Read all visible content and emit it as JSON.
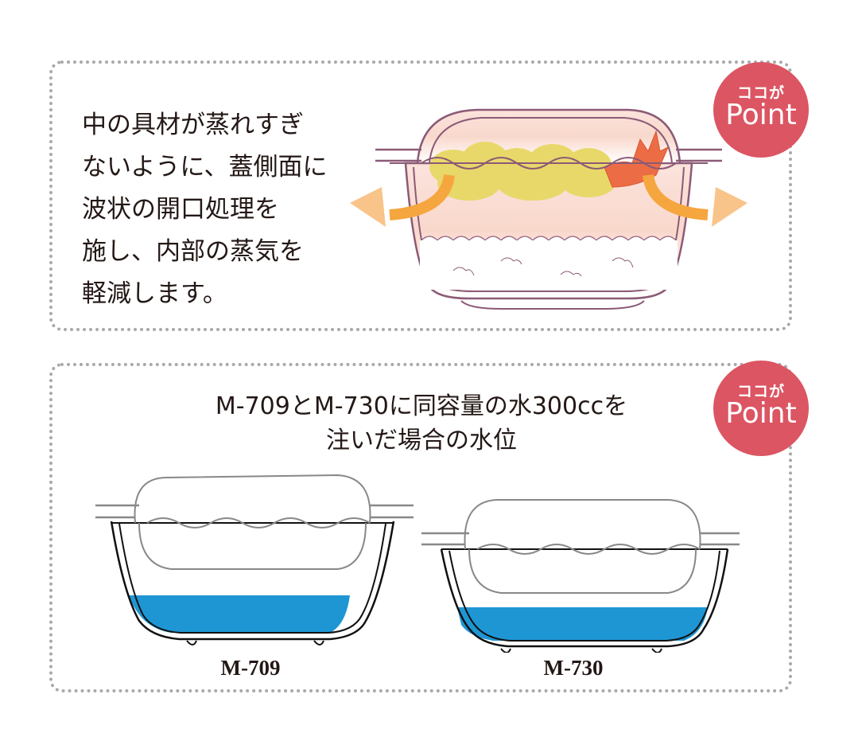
{
  "top_section": {
    "badge": {
      "line1": "ココが",
      "line2": "Point",
      "color": "#dc5563"
    },
    "description_lines": [
      "中の具材が蒸れすぎ",
      "ないように、蓋側面に",
      "波状の開口処理を",
      "施し、内部の蒸気を",
      "軽減します。"
    ],
    "illustration": "container-with-tempura-and-rice-steam-vent"
  },
  "bottom_section": {
    "badge": {
      "line1": "ココが",
      "line2": "Point",
      "color": "#dc5563"
    },
    "heading_line1": "M-709とM-730に同容量の水300ccを",
    "heading_line2": "注いだ場合の水位",
    "containers": [
      {
        "model": "M-709",
        "water_color": "#1e96d4"
      },
      {
        "model": "M-730",
        "water_color": "#1e96d4"
      }
    ]
  }
}
